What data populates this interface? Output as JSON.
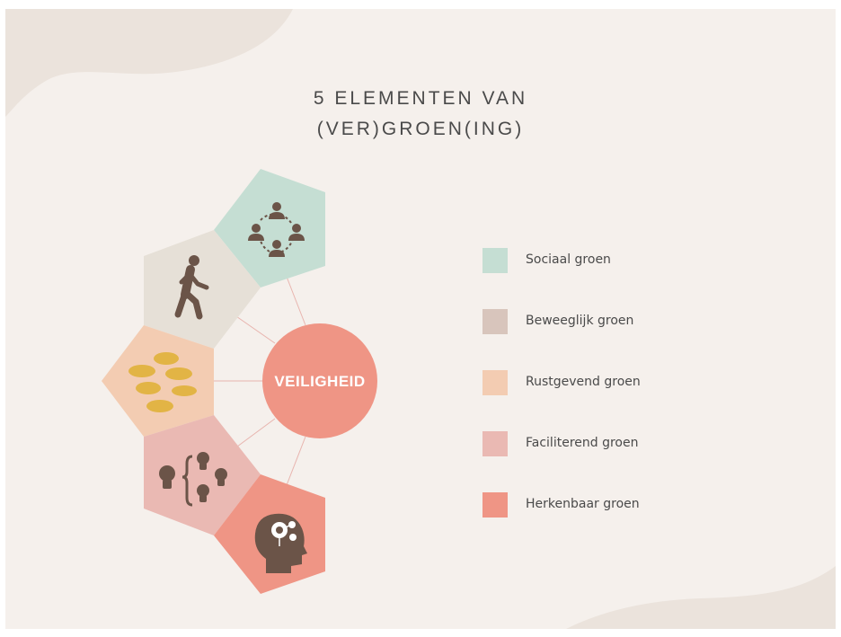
{
  "title": {
    "line1": "5 ELEMENTEN VAN",
    "line2": "(VER)GROEN(ING)"
  },
  "center": {
    "label": "VEILIGHEID",
    "color": "#ef9585"
  },
  "elements": [
    {
      "label": "Sociaal groen",
      "color": "#c5ded3",
      "icon": "community-circle-icon"
    },
    {
      "label": "Beweeglijk groen",
      "color": "#e6e0d7",
      "icon": "walking-person-icon"
    },
    {
      "label": "Rustgevend groen",
      "color": "#f3ccb2",
      "icon": "stepping-stones-icon"
    },
    {
      "label": "Faciliterend groen",
      "color": "#eab9b3",
      "icon": "lightbulbs-icon"
    },
    {
      "label": "Herkenbaar groen",
      "color": "#ef9585",
      "icon": "head-mind-icon"
    }
  ],
  "legend_swatch_colors": [
    "#c5ded3",
    "#d8c5bc",
    "#f3ccb2",
    "#eab9b3",
    "#ef9585"
  ],
  "colors": {
    "background": "#f5f0ec",
    "icon": "#6b5448",
    "stone": "#e2b445",
    "connector": "#e8b4ae"
  }
}
